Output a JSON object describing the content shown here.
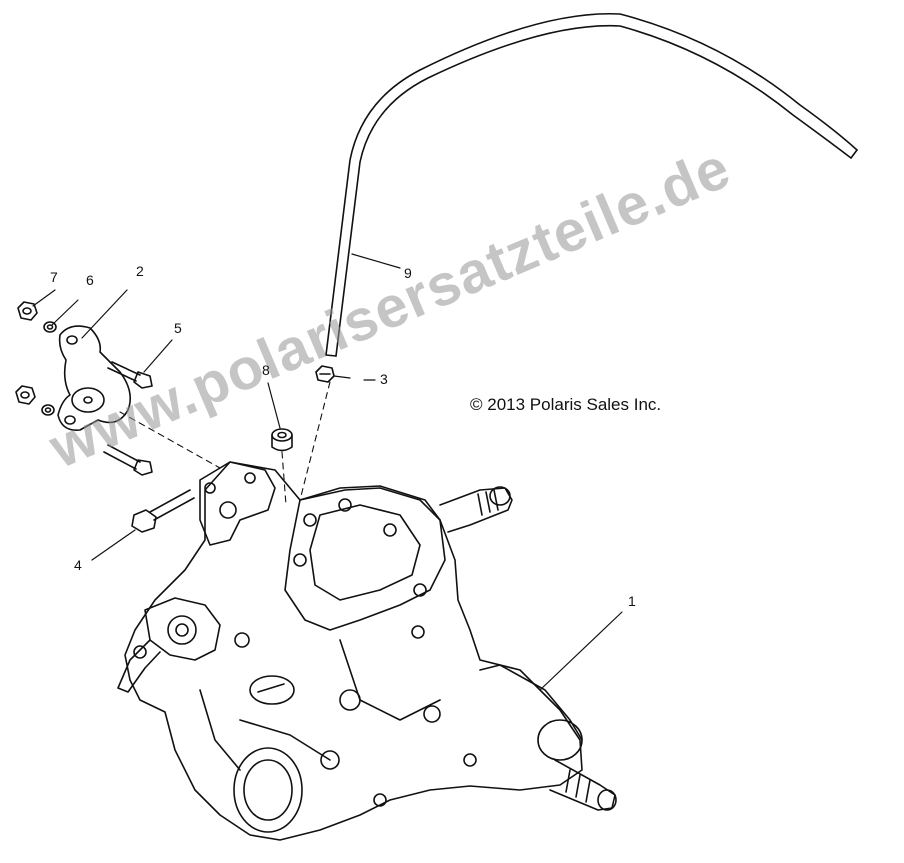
{
  "diagram": {
    "copyright": "© 2013 Polaris Sales Inc.",
    "watermark": "www.polarisersatzteile.de",
    "callouts": [
      {
        "id": "1",
        "label": "1"
      },
      {
        "id": "2",
        "label": "2"
      },
      {
        "id": "3",
        "label": "3"
      },
      {
        "id": "4",
        "label": "4"
      },
      {
        "id": "5",
        "label": "5"
      },
      {
        "id": "6",
        "label": "6"
      },
      {
        "id": "7",
        "label": "7"
      },
      {
        "id": "8",
        "label": "8"
      },
      {
        "id": "9",
        "label": "9"
      }
    ],
    "line_color": "#111111",
    "watermark_color": "#969696"
  }
}
